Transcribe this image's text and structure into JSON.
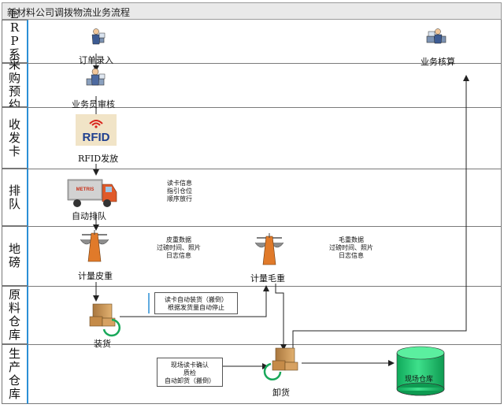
{
  "title": "新材料公司调拨物流业务流程",
  "lanes": [
    {
      "label": "ERP系统"
    },
    {
      "label": "采购预约"
    },
    {
      "label": "收发卡"
    },
    {
      "label": "排队"
    },
    {
      "label": "地磅"
    },
    {
      "label": "原料仓库"
    },
    {
      "label": "生产仓库"
    }
  ],
  "nodes": {
    "order_entry": "订单录入",
    "biz_accounting": "业务核算",
    "clerk_review": "业务员审核",
    "rfid_issue": "RFID发放",
    "rfid_logo": "RFID",
    "auto_queue": "自动排队",
    "tare_weight": "计量皮重",
    "gross_weight": "计量毛重",
    "loading": "装货",
    "unloading": "卸货",
    "site_warehouse": "现场仓库",
    "truck_text": "METRIS"
  },
  "notes": {
    "queue_info": [
      "读卡信息",
      "指引仓位",
      "顺序放行"
    ],
    "tare_info": [
      "皮重数据",
      "过磅时间、照片",
      "日志信息"
    ],
    "gross_info": [
      "毛重数据",
      "过磅时间、照片",
      "日志信息"
    ],
    "loading_box": [
      "读卡自动装货（搬倒）",
      "根据发货量自动停止"
    ],
    "unload_box": [
      "现场读卡确认",
      "质检",
      "自动卸货（搬倒）"
    ]
  },
  "colors": {
    "lane_accent": "#2b8fd6",
    "cylinder": "#19c26a",
    "rfid_red": "#d9231b",
    "rfid_blue": "#1f3f8f"
  }
}
